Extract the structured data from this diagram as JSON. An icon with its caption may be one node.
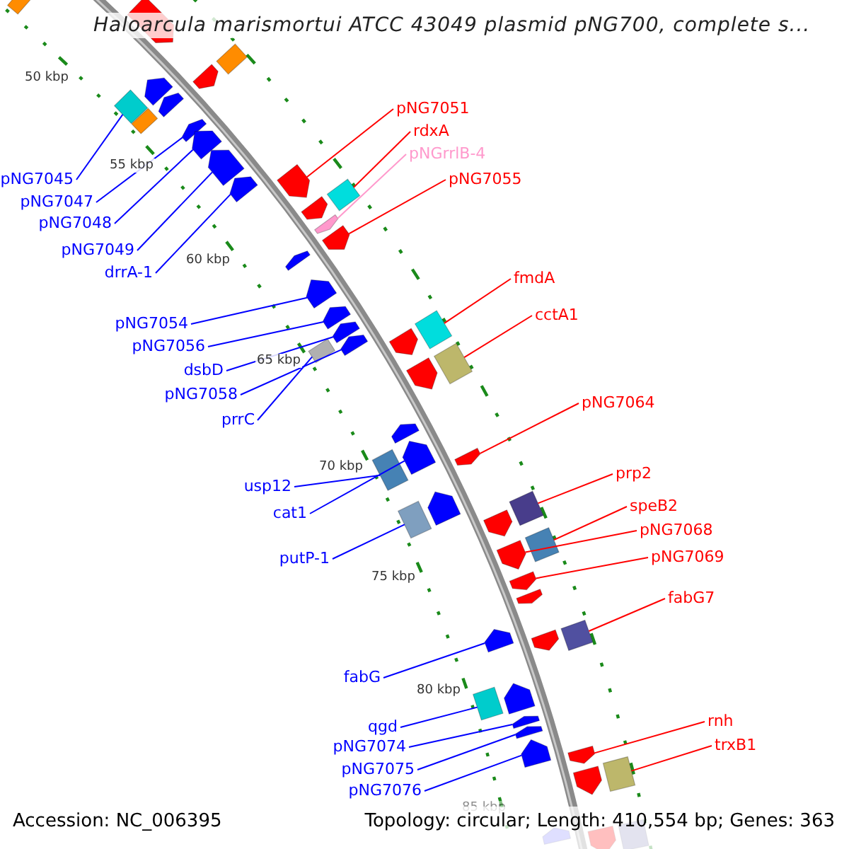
{
  "diagram": {
    "title": "Haloarcula marismortui ATCC 43049 plasmid pNG700, complete s...",
    "nodes": [
      {
        "text": [
          "pNG7051"
        ]
      },
      {
        "text": [
          "rdxA"
        ]
      },
      {
        "text": [
          "pNGrrlB-4"
        ]
      },
      {
        "text": [
          "pNG7045"
        ]
      },
      {
        "text": [
          "pNG7055"
        ]
      },
      {
        "text": [
          "pNG7047"
        ]
      },
      {
        "text": [
          "pNG7048"
        ]
      },
      {
        "text": [
          "pNG7049"
        ]
      },
      {
        "text": [
          "drrA-1"
        ]
      },
      {
        "text": [
          "fmdA"
        ]
      },
      {
        "text": [
          "cctA1"
        ]
      },
      {
        "text": [
          "pNG7054"
        ]
      },
      {
        "text": [
          "pNG7056"
        ]
      },
      {
        "text": [
          "dsbD"
        ]
      },
      {
        "text": [
          "pNG7058"
        ]
      },
      {
        "text": [
          "pNG7064"
        ]
      },
      {
        "text": [
          "prrC"
        ]
      },
      {
        "text": [
          "prp2"
        ]
      },
      {
        "text": [
          "usp12"
        ]
      },
      {
        "text": [
          "speB2"
        ]
      },
      {
        "text": [
          "cat1"
        ]
      },
      {
        "text": [
          "pNG7068"
        ]
      },
      {
        "text": [
          "pNG7069"
        ]
      },
      {
        "text": [
          "putP-1"
        ]
      },
      {
        "text": [
          "fabG7"
        ]
      },
      {
        "text": [
          "fabG"
        ]
      },
      {
        "text": [
          "rnh"
        ]
      },
      {
        "text": [
          "qgd"
        ]
      },
      {
        "text": [
          "trxB1"
        ]
      },
      {
        "text": [
          "pNG7074"
        ]
      },
      {
        "text": [
          "pNG7075"
        ]
      },
      {
        "text": [
          "pNG7076"
        ]
      },
      {
        "text": [],
        "shape": "diamond"
      },
      {
        "text": [],
        "shape": "pentagon"
      },
      {
        "text": [],
        "shape": "diamond"
      },
      {
        "text": [],
        "shape": "pentagon"
      },
      {
        "text": [],
        "shape": "diamond"
      },
      {
        "text": [],
        "shape": "diamond"
      },
      {
        "text": [],
        "shape": "pentagon"
      },
      {
        "text": [],
        "shape": "pentagon"
      },
      {
        "text": [],
        "shape": "pentagon"
      },
      {
        "text": [],
        "shape": "pentagon"
      },
      {
        "text": [],
        "shape": "pentagon"
      },
      {
        "text": [],
        "shape": "pentagon"
      },
      {
        "text": [],
        "shape": "pentagon"
      },
      {
        "text": [],
        "shape": "box"
      },
      {
        "text": [],
        "shape": "pentagon"
      },
      {
        "text": [],
        "shape": "pentagon"
      },
      {
        "text": [],
        "shape": "pentagon"
      },
      {
        "text": [],
        "shape": "pentagon"
      },
      {
        "text": [],
        "shape": "pentagon"
      },
      {
        "text": [],
        "shape": "pentagon"
      },
      {
        "text": [],
        "shape": "pentagon"
      },
      {
        "text": [],
        "shape": "pentagon"
      },
      {
        "text": [],
        "shape": "box"
      },
      {
        "text": [],
        "shape": "box"
      },
      {
        "text": [],
        "shape": "pentagon"
      },
      {
        "text": [],
        "shape": "box"
      },
      {
        "text": [],
        "shape": "pentagon"
      },
      {
        "text": [],
        "shape": "pentagon"
      },
      {
        "text": [],
        "shape": "pentagon"
      },
      {
        "text": [],
        "shape": "pentagon"
      },
      {
        "text": [],
        "shape": "box"
      },
      {
        "text": [],
        "shape": "box"
      },
      {
        "text": [],
        "shape": "pentagon"
      },
      {
        "text": [],
        "shape": "box"
      },
      {
        "text": [],
        "shape": "pentagon"
      },
      {
        "text": [],
        "shape": "box"
      },
      {
        "text": [],
        "shape": "pentagon"
      },
      {
        "text": [],
        "shape": "pentagon"
      },
      {
        "text": [],
        "shape": "pentagon"
      },
      {
        "text": [],
        "shape": "pentagon"
      },
      {
        "text": [],
        "shape": "pentagon"
      },
      {
        "text": [],
        "shape": "box"
      },
      {
        "text": [],
        "shape": "box"
      },
      {
        "text": [],
        "shape": "pentagon"
      },
      {
        "text": [],
        "shape": "pentagon"
      },
      {
        "text": [],
        "shape": "pentagon"
      },
      {
        "text": [],
        "shape": "pentagon"
      },
      {
        "text": [],
        "shape": "pentagon"
      },
      {
        "text": [],
        "shape": "pentagon"
      },
      {
        "text": [],
        "shape": "box"
      },
      {
        "text": [],
        "shape": "pentagon"
      },
      {
        "text": [],
        "shape": "pentagon"
      },
      {
        "text": [],
        "shape": "box"
      }
    ],
    "edges": [
      {
        "from": 0,
        "to": 44,
        "arrow": "none",
        "color": "#ff0000"
      },
      {
        "from": 1,
        "to": 45,
        "arrow": "none",
        "color": "#ff0000"
      },
      {
        "from": 2,
        "to": 47,
        "arrow": "none",
        "color": "#ff99cc"
      },
      {
        "from": 3,
        "to": 36,
        "arrow": "none"
      },
      {
        "from": 4,
        "to": 48,
        "arrow": "none",
        "color": "#ff0000"
      },
      {
        "from": 5,
        "to": 40,
        "arrow": "none"
      },
      {
        "from": 6,
        "to": 41,
        "arrow": "none"
      },
      {
        "from": 7,
        "to": 42,
        "arrow": "none"
      },
      {
        "from": 8,
        "to": 43,
        "arrow": "none"
      },
      {
        "from": 9,
        "to": 55,
        "arrow": "none",
        "color": "#ff0000"
      },
      {
        "from": 10,
        "to": 57,
        "arrow": "none",
        "color": "#ff0000"
      },
      {
        "from": 11,
        "to": 50,
        "arrow": "none"
      },
      {
        "from": 12,
        "to": 51,
        "arrow": "none"
      },
      {
        "from": 13,
        "to": 52,
        "arrow": "none"
      },
      {
        "from": 14,
        "to": 53,
        "arrow": "none"
      },
      {
        "from": 15,
        "to": 59,
        "arrow": "none",
        "color": "#ff0000"
      },
      {
        "from": 16,
        "to": 54,
        "arrow": "none"
      },
      {
        "from": 17,
        "to": 65,
        "arrow": "none",
        "color": "#ff0000"
      },
      {
        "from": 18,
        "to": 62,
        "arrow": "none"
      },
      {
        "from": 19,
        "to": 67,
        "arrow": "none",
        "color": "#ff0000"
      },
      {
        "from": 20,
        "to": 61,
        "arrow": "none"
      },
      {
        "from": 21,
        "to": 68,
        "arrow": "none",
        "color": "#ff0000"
      },
      {
        "from": 22,
        "to": 69,
        "arrow": "none",
        "color": "#ff0000"
      },
      {
        "from": 23,
        "to": 63,
        "arrow": "none"
      },
      {
        "from": 24,
        "to": 73,
        "arrow": "none",
        "color": "#ff0000"
      },
      {
        "from": 25,
        "to": 71,
        "arrow": "none"
      },
      {
        "from": 26,
        "to": 79,
        "arrow": "none",
        "color": "#ff0000"
      },
      {
        "from": 27,
        "to": 74,
        "arrow": "none"
      },
      {
        "from": 28,
        "to": 81,
        "arrow": "none",
        "color": "#ff0000"
      },
      {
        "from": 29,
        "to": 76,
        "arrow": "none"
      },
      {
        "from": 30,
        "to": 77,
        "arrow": "none"
      },
      {
        "from": 31,
        "to": 78,
        "arrow": "none"
      }
    ],
    "labels": [
      "50 kbp",
      "55 kbp",
      "60 kbp",
      "65 kbp",
      "70 kbp",
      "75 kbp",
      "80 kbp",
      "85 kbp",
      "Accession: NC_006395",
      "Topology: circular; Length: 410,554 bp; Genes: 363"
    ]
  }
}
